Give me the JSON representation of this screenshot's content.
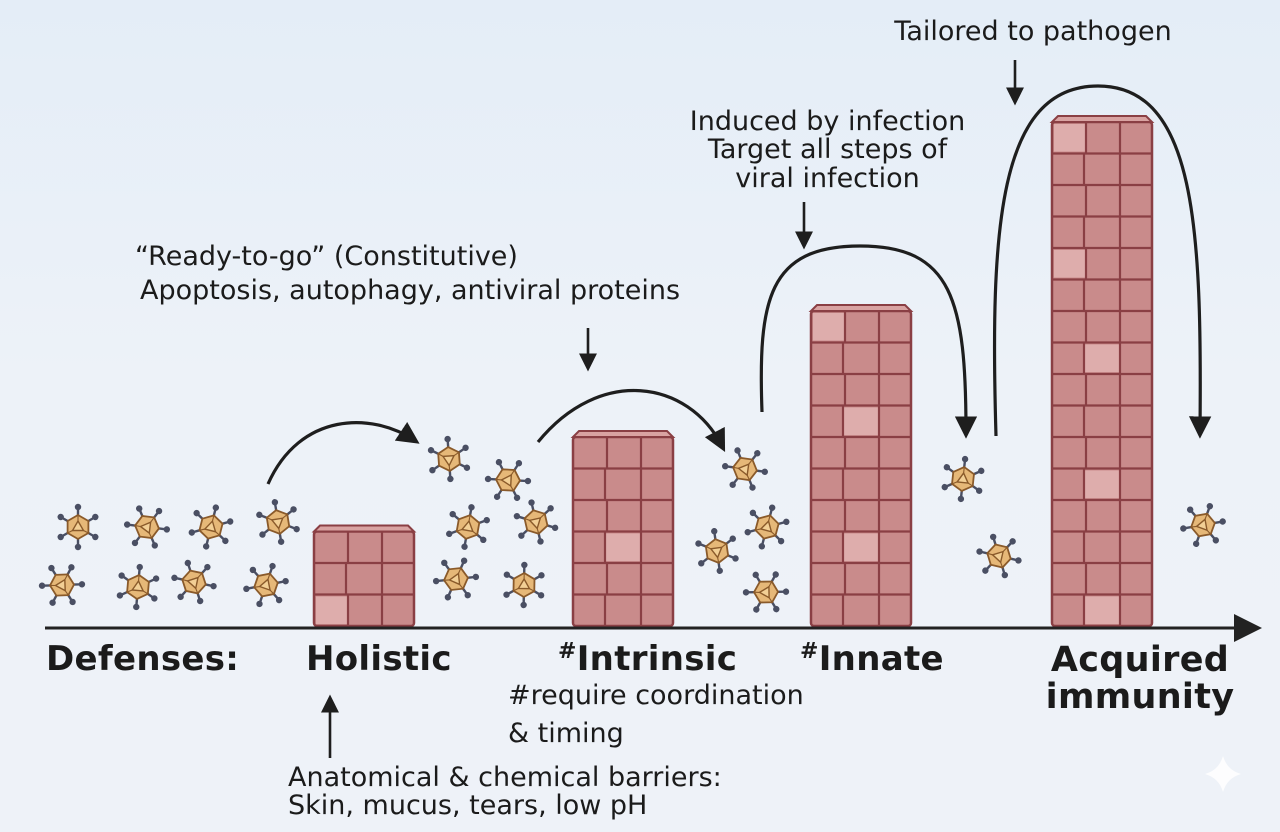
{
  "axis": {
    "label": "Defenses:"
  },
  "defenses": [
    {
      "id": "holistic",
      "label": "Holistic",
      "marker": "",
      "note": ""
    },
    {
      "id": "intrinsic",
      "label": "Intrinsic",
      "marker": "#",
      "note_lines": [
        "#require coordination",
        "& timing"
      ]
    },
    {
      "id": "innate",
      "label": "Innate",
      "marker": "#"
    },
    {
      "id": "acquired",
      "label_lines": [
        "Acquired",
        "immunity"
      ]
    }
  ],
  "annotations": {
    "holistic": [
      "Anatomical & chemical barriers:",
      "Skin, mucus, tears, low pH"
    ],
    "intrinsic": [
      "“Ready-to-go” (Constitutive)",
      "Apoptosis, autophagy, antiviral proteins"
    ],
    "innate": [
      "Induced by infection",
      "Target all steps of",
      "viral infection"
    ],
    "acquired": [
      "Tailored to pathogen"
    ]
  },
  "walls": [
    {
      "defense": "holistic",
      "brick_rows": 3
    },
    {
      "defense": "intrinsic",
      "brick_rows": 6
    },
    {
      "defense": "innate",
      "brick_rows": 10
    },
    {
      "defense": "acquired",
      "brick_rows": 16
    }
  ],
  "colors": {
    "brick": "#c98b8b",
    "brick_light": "#e2b3b1",
    "mortar": "#8a3f44",
    "virus_fill": "#e6b878",
    "virus_edge": "#8a5a2a",
    "spike": "#4a4f63",
    "arrow": "#1e1e1e"
  },
  "icons": {
    "virus": "virus-particle-icon",
    "brick_wall": "brick-wall-icon",
    "sparkle": "sparkle-icon"
  }
}
